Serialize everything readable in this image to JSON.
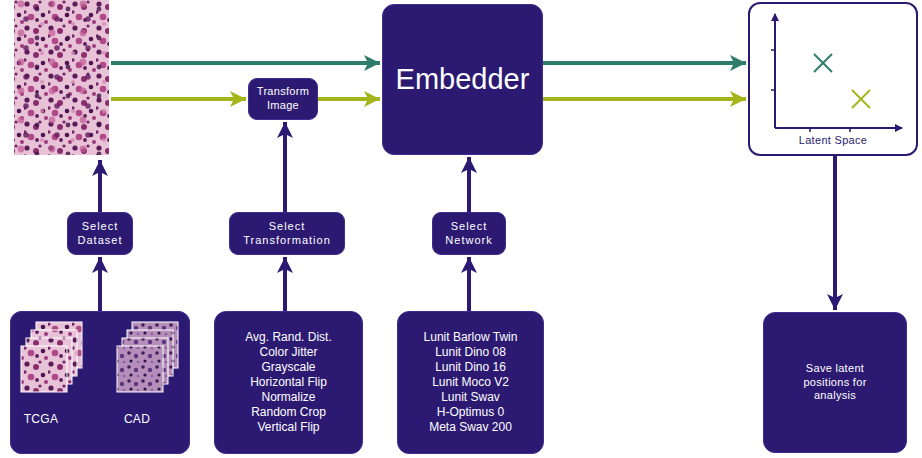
{
  "diagram": {
    "nodes": [
      {
        "text": [
          "Transform Image"
        ]
      },
      {
        "text": [
          "Embedder"
        ]
      },
      {
        "text": [
          "Latent Space"
        ]
      },
      {
        "text": [
          "Select Dataset"
        ]
      },
      {
        "text": [
          "Select Transformation"
        ]
      },
      {
        "text": [
          "Select Network"
        ]
      },
      {
        "text": [
          "TCGA",
          "CAD"
        ]
      },
      {
        "text": [
          "Avg. Rand. Dist.",
          "Color Jitter",
          "Grayscale",
          "Horizontal Flip",
          "Normalize",
          "Random Crop",
          "Vertical Flip"
        ]
      },
      {
        "text": [
          "Lunit Barlow Twin",
          "Lunit Dino 08",
          "Lunit Dino 16",
          "Lunit Moco V2",
          "Lunit Swav",
          "H-Optimus 0",
          "Meta Swav 200"
        ]
      },
      {
        "text": [
          "Save latent positions for analysis"
        ]
      }
    ],
    "edges": [
      {
        "from": 0,
        "to": 1,
        "arrow": "to"
      },
      {
        "from": 1,
        "to": 2,
        "arrow": "to"
      },
      {
        "from": 1,
        "to": 2,
        "arrow": "to"
      },
      {
        "from": 2,
        "to": 9,
        "arrow": "to"
      },
      {
        "from": 6,
        "to": 3,
        "arrow": "to"
      },
      {
        "from": 7,
        "to": 4,
        "arrow": "to"
      },
      {
        "from": 4,
        "to": 0,
        "arrow": "to"
      },
      {
        "from": 8,
        "to": 5,
        "arrow": "to"
      },
      {
        "from": 5,
        "to": 1,
        "arrow": "to"
      }
    ]
  }
}
